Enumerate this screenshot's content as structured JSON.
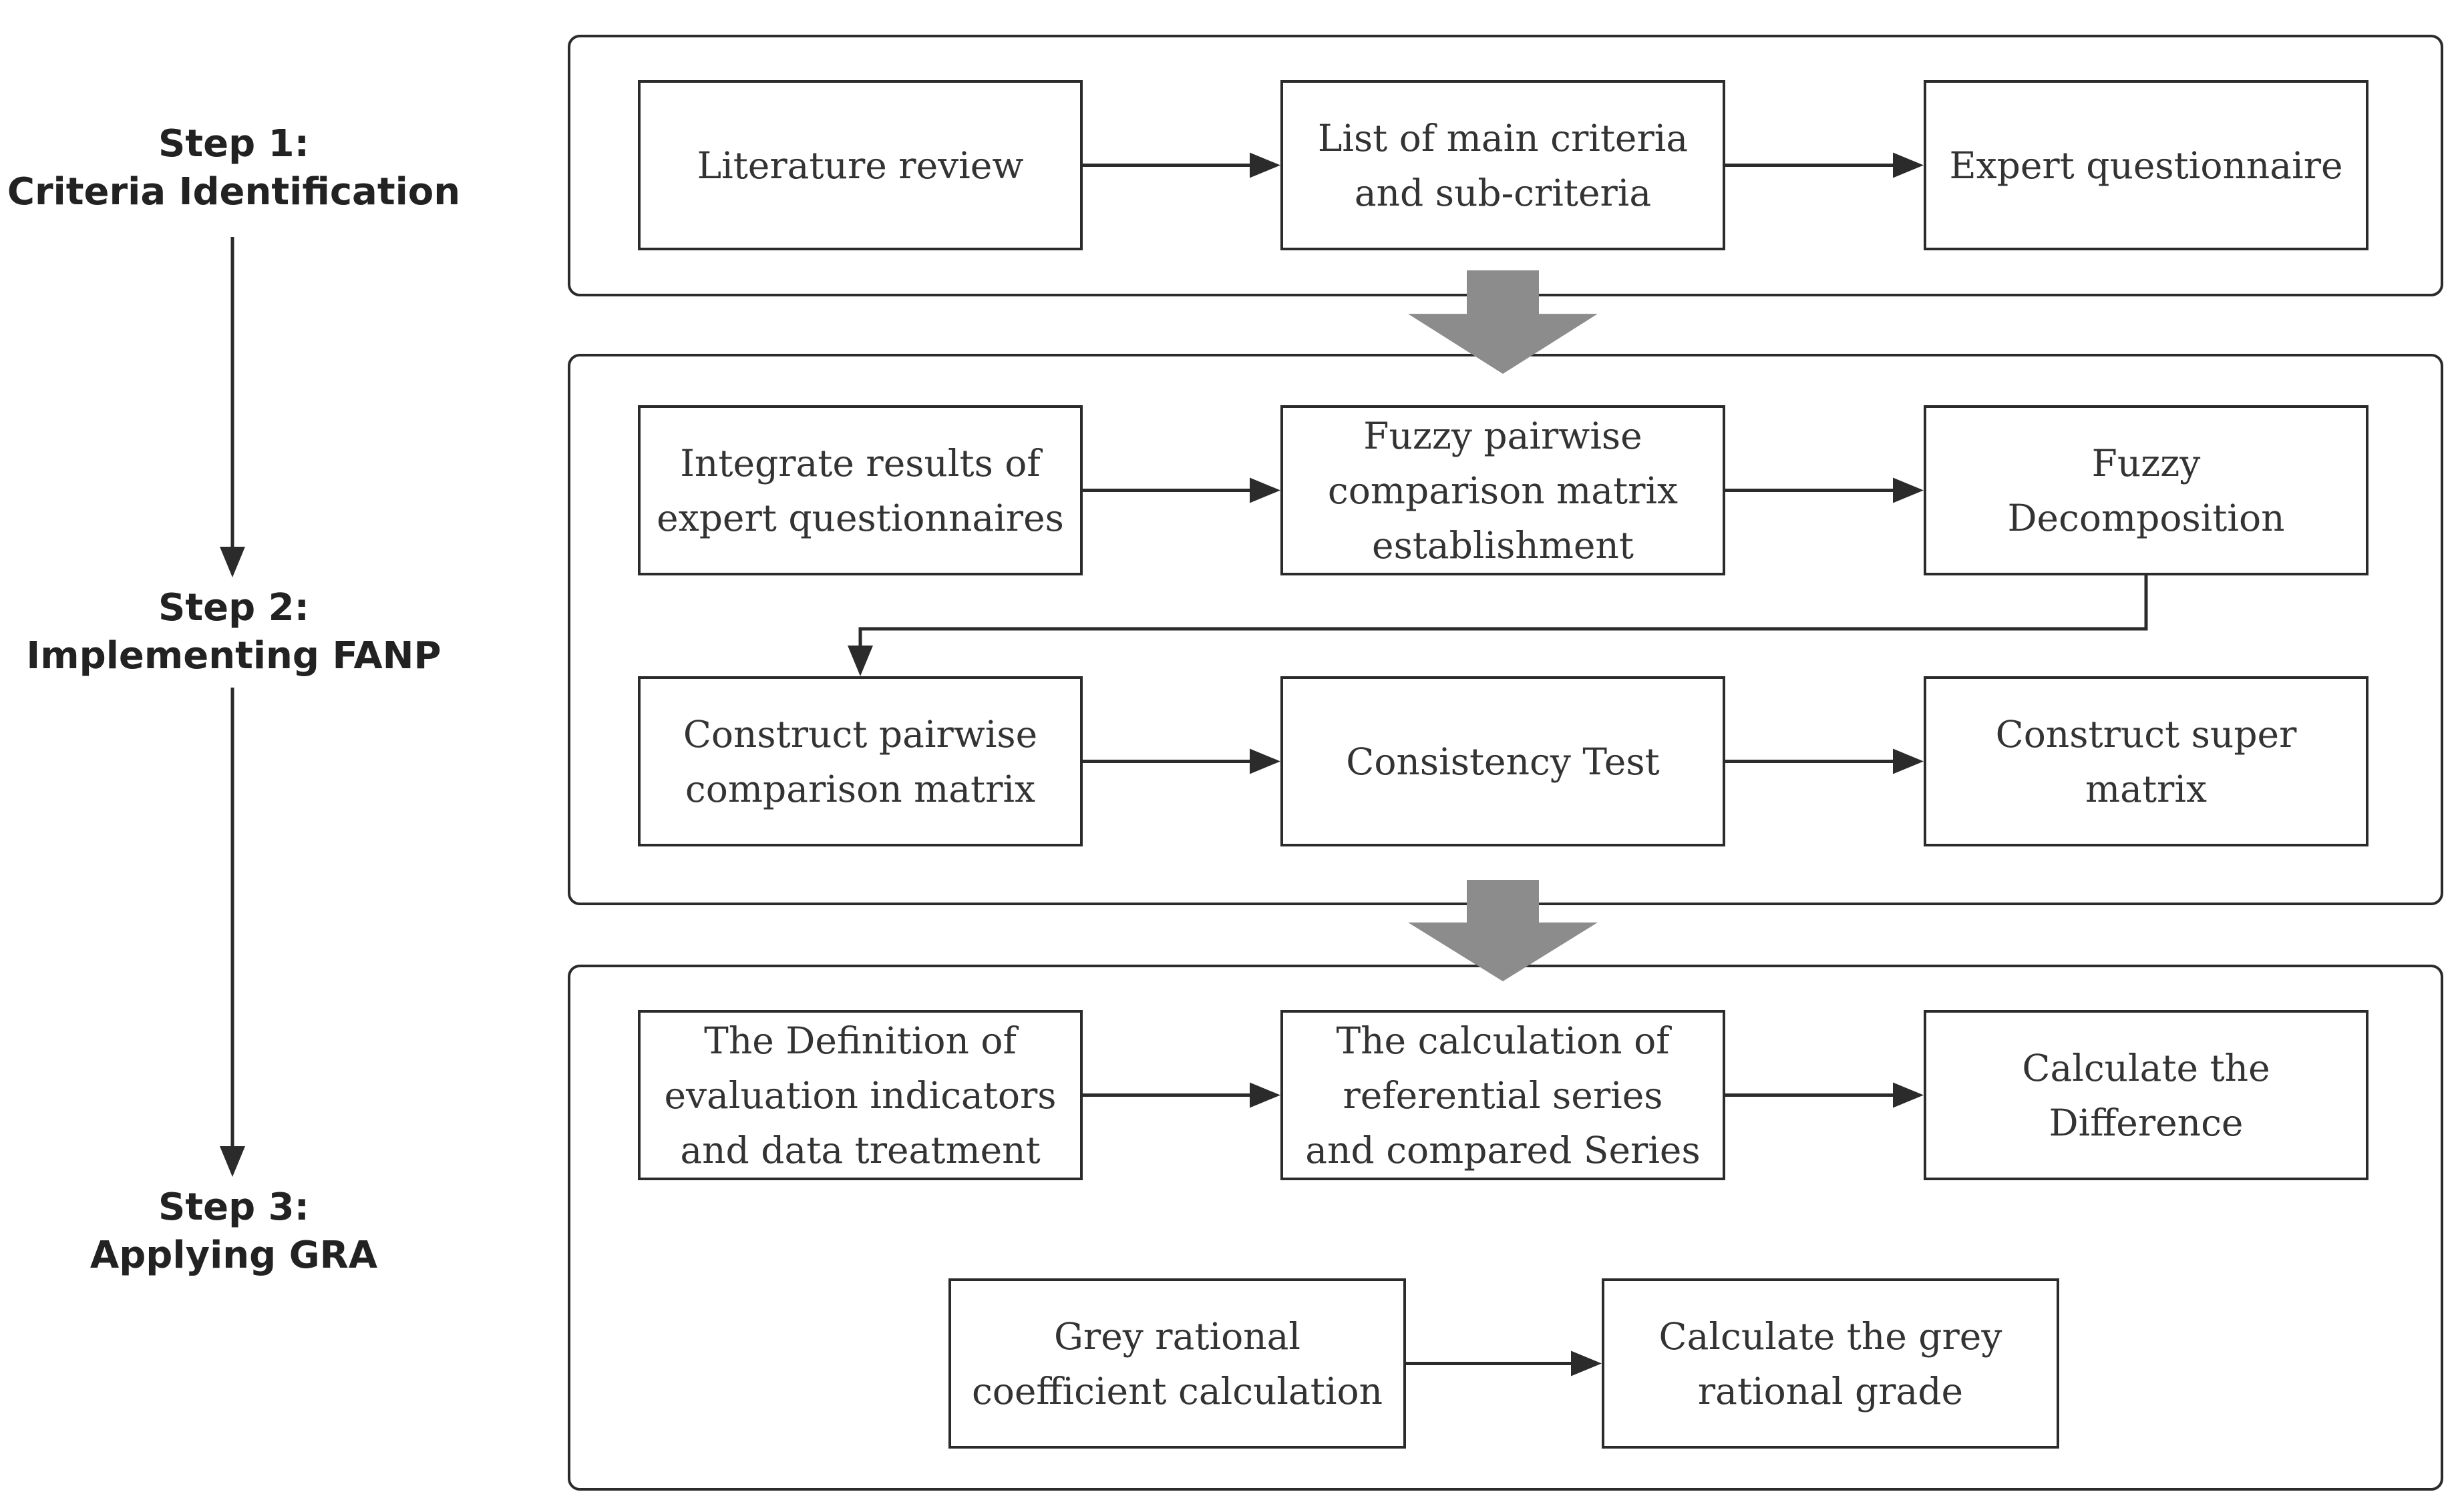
{
  "steps": [
    {
      "id": "step1",
      "line1": "Step 1:",
      "line2": "Criteria Identification"
    },
    {
      "id": "step2",
      "line1": "Step 2:",
      "line2": "Implementing FANP"
    },
    {
      "id": "step3",
      "line1": "Step 3:",
      "line2": "Applying GRA"
    }
  ],
  "nodes": {
    "literature_review": [
      "Literature review"
    ],
    "list_main_criteria": [
      "List of main criteria",
      "and sub-criteria"
    ],
    "expert_questionnaire": [
      "Expert questionnaire"
    ],
    "integrate_results": [
      "Integrate results of",
      "expert questionnaires"
    ],
    "fuzzy_pairwise": [
      "Fuzzy pairwise",
      "comparison matrix",
      "establishment"
    ],
    "fuzzy_decomposition": [
      "Fuzzy",
      "Decomposition"
    ],
    "construct_pairwise": [
      "Construct pairwise",
      "comparison matrix"
    ],
    "consistency_test": [
      "Consistency Test"
    ],
    "construct_super": [
      "Construct super",
      "matrix"
    ],
    "definition_indicators": [
      "The Definition of",
      "evaluation indicators",
      "and data treatment"
    ],
    "calculation_series": [
      "The calculation of",
      "referential series",
      "and compared Series"
    ],
    "calculate_difference": [
      "Calculate the",
      "Difference"
    ],
    "grey_coefficient": [
      "Grey rational",
      "coefficient calculation"
    ],
    "grey_grade": [
      "Calculate the grey",
      "rational grade"
    ]
  },
  "edges": [
    [
      "literature_review",
      "list_main_criteria"
    ],
    [
      "list_main_criteria",
      "expert_questionnaire"
    ],
    [
      "integrate_results",
      "fuzzy_pairwise"
    ],
    [
      "fuzzy_pairwise",
      "fuzzy_decomposition"
    ],
    [
      "fuzzy_decomposition",
      "construct_pairwise"
    ],
    [
      "construct_pairwise",
      "consistency_test"
    ],
    [
      "consistency_test",
      "construct_super"
    ],
    [
      "definition_indicators",
      "calculation_series"
    ],
    [
      "calculation_series",
      "calculate_difference"
    ],
    [
      "grey_coefficient",
      "grey_grade"
    ]
  ],
  "colors": {
    "line": "#2b2b2b",
    "block_arrow": "#8c8c8c",
    "text": "#333333"
  }
}
